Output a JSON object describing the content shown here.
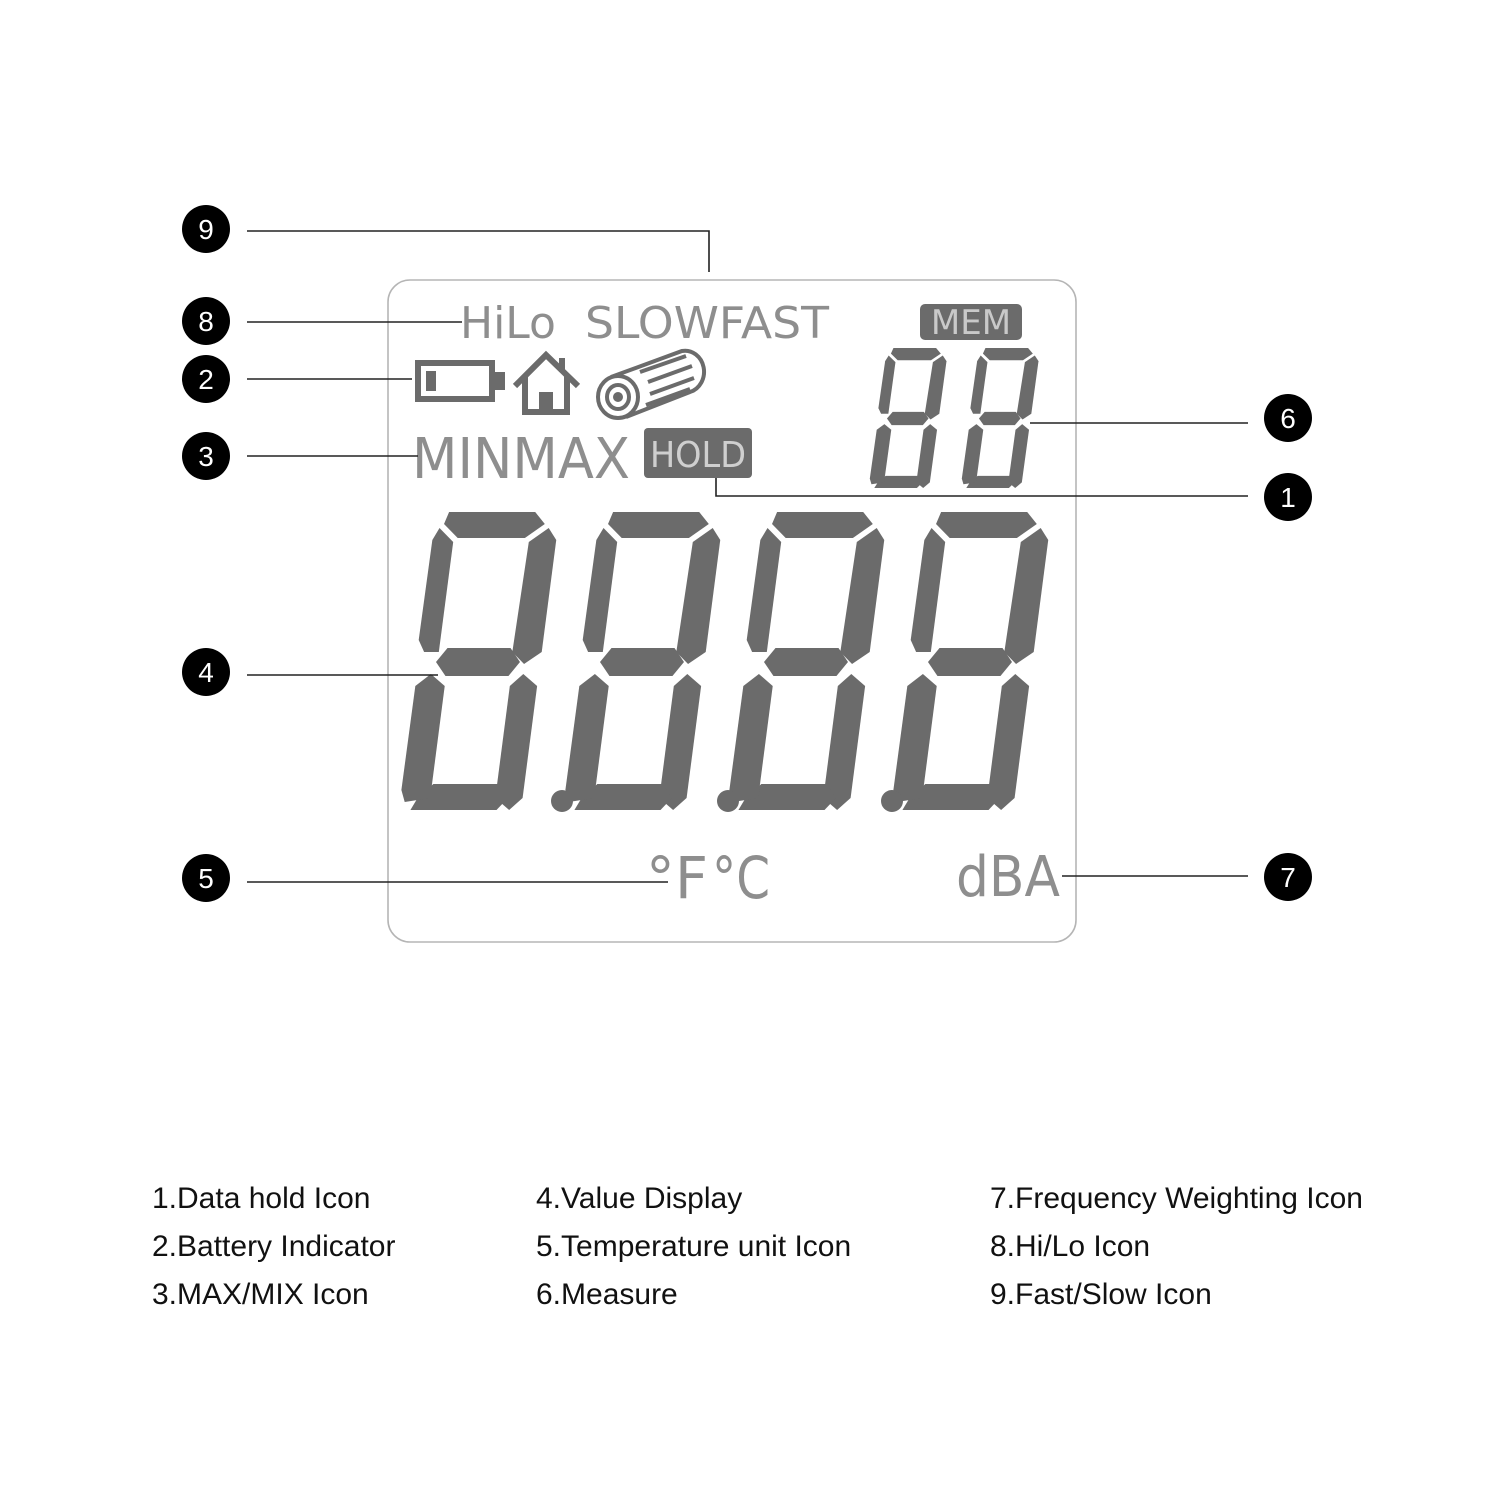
{
  "lcd": {
    "hilo": "HiLo",
    "slowfast": "SLOWFAST",
    "mem": "MEM",
    "minmax": "MINMAX",
    "hold": "HOLD",
    "temp_f": "°F",
    "temp_c": "°C",
    "dba": "dBA",
    "main_digits": "8.8.8.8",
    "small_digits": "88"
  },
  "callouts": [
    "1",
    "2",
    "3",
    "4",
    "5",
    "6",
    "7",
    "8",
    "9"
  ],
  "legend": {
    "col1": [
      "1.Data hold Icon",
      "2.Battery Indicator",
      "3.MAX/MIX Icon"
    ],
    "col2": [
      "4.Value Display",
      "5.Temperature unit Icon",
      "6.Measure"
    ],
    "col3": [
      "7.Frequency Weighting Icon",
      "8.Hi/Lo Icon",
      "9.Fast/Slow Icon"
    ]
  },
  "icons": [
    "battery-icon",
    "house-icon",
    "cylinder-icon"
  ],
  "colors": {
    "segment": "#6b6b6b",
    "label_gray": "#8e8e8e",
    "callout": "#000000",
    "panel_border": "#b5b5b5"
  }
}
